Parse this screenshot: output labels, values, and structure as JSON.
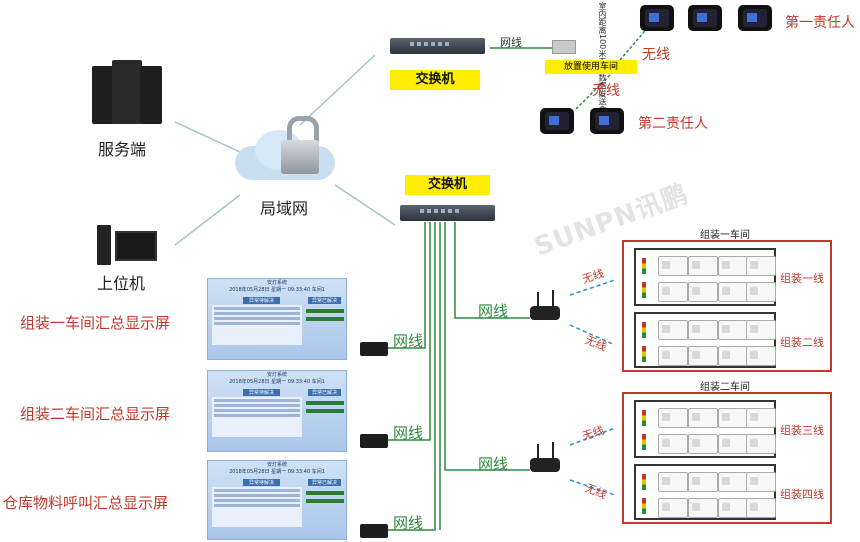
{
  "nodes": {
    "server": "服务端",
    "lan": "局域网",
    "host": "上位机",
    "switch_top": "交换机",
    "switch_mid": "交换机",
    "fiber_box": "室内距离100米无线数据发送盒",
    "placed_label": "放置使用车间",
    "resp_first": "第一责任人",
    "resp_second": "第二责任人",
    "display1": "组装一车间汇总显示屏",
    "display2": "组装二车间汇总显示屏",
    "display3": "仓库物料呼叫汇总显示屏",
    "workshop1": "组装一车间",
    "workshop2": "组装二车间",
    "line1": "组装一线",
    "line2": "组装二线",
    "line3": "组装三线",
    "line4": "组装四线"
  },
  "links": {
    "wired": "网线",
    "wireless": "无线"
  },
  "screen": {
    "title": "安灯系统",
    "datetime": "2018年05月28日 星期一 09:33:40 车间1",
    "left_header": "异常待解决",
    "right_header": "异常已解决"
  },
  "watermark": "SUNPN讯鹏",
  "colors": {
    "wire": "#2e8b3e",
    "label_red": "#c0392b",
    "highlight": "#ffee00",
    "network": "#9cc9c2"
  }
}
